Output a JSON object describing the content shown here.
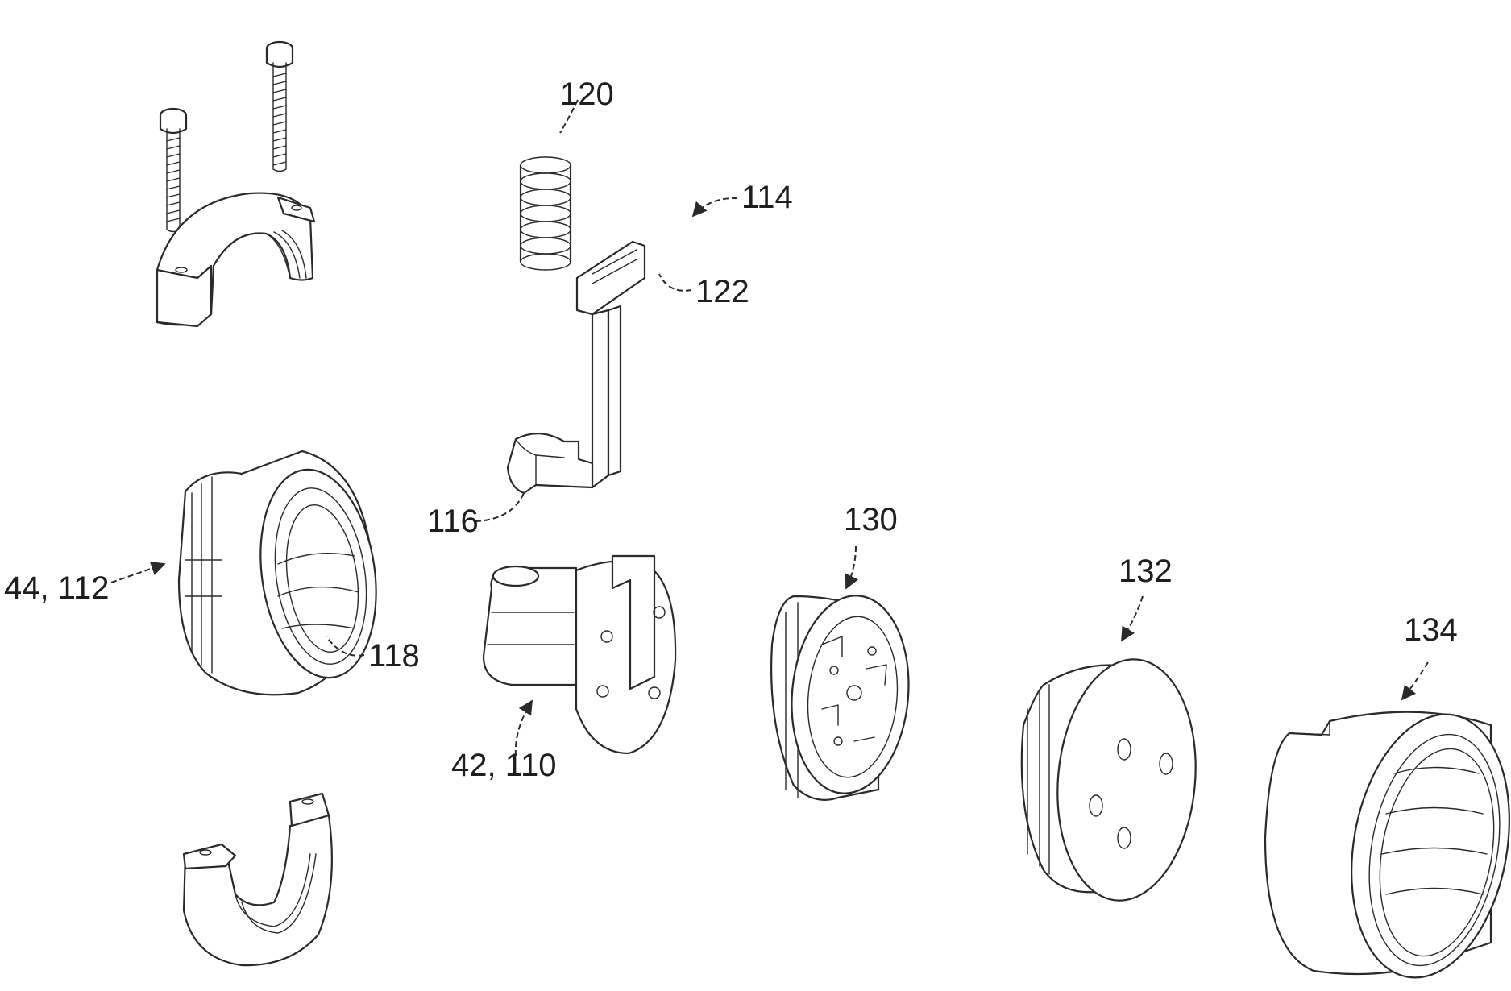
{
  "labels": {
    "l120": "120",
    "l114": "114",
    "l122": "122",
    "l116": "116",
    "l130": "130",
    "l132": "132",
    "l134": "134",
    "l44_112": "44, 112",
    "l118": "118",
    "l42_110": "42, 110"
  }
}
